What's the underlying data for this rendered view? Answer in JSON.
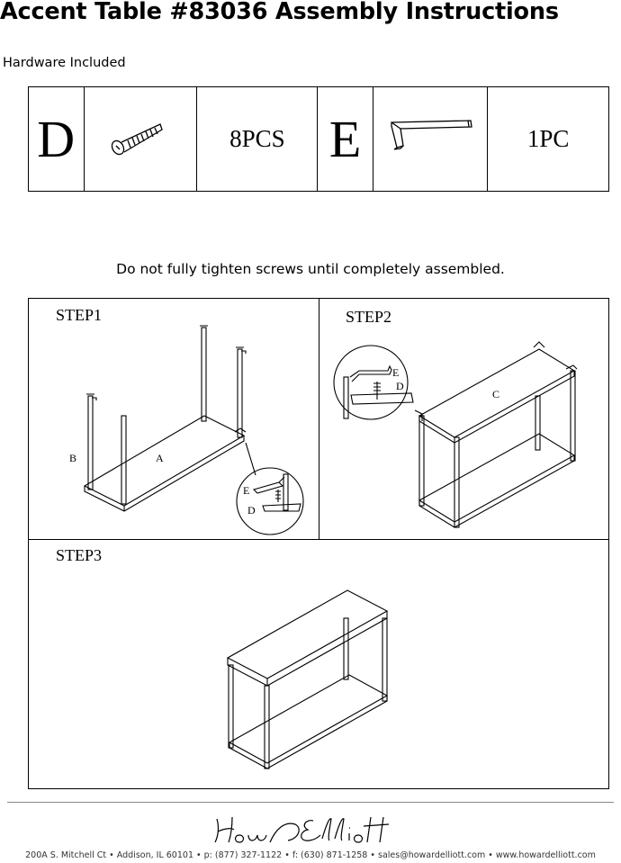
{
  "header": {
    "title": "Accent Table #83036 Assembly Instructions",
    "hardware_label": "Hardware Included"
  },
  "hardware": [
    {
      "letter": "D",
      "icon": "screw-icon",
      "quantity": "8PCS"
    },
    {
      "letter": "E",
      "icon": "allen-key-icon",
      "quantity": "1PC"
    }
  ],
  "notice": "Do not fully tighten screws until completely assembled.",
  "steps": [
    {
      "label": "STEP1",
      "callouts": [
        "B",
        "A",
        "E",
        "D"
      ]
    },
    {
      "label": "STEP2",
      "callouts": [
        "E",
        "D",
        "C"
      ]
    },
    {
      "label": "STEP3"
    }
  ],
  "footer": {
    "brand": "Howard Elliott",
    "address": "200A S. Mitchell Ct • Addison, IL 60101 • p: (877) 327-1122 • f: (630) 871-1258 • sales@howardelliott.com • www.howardelliott.com"
  }
}
